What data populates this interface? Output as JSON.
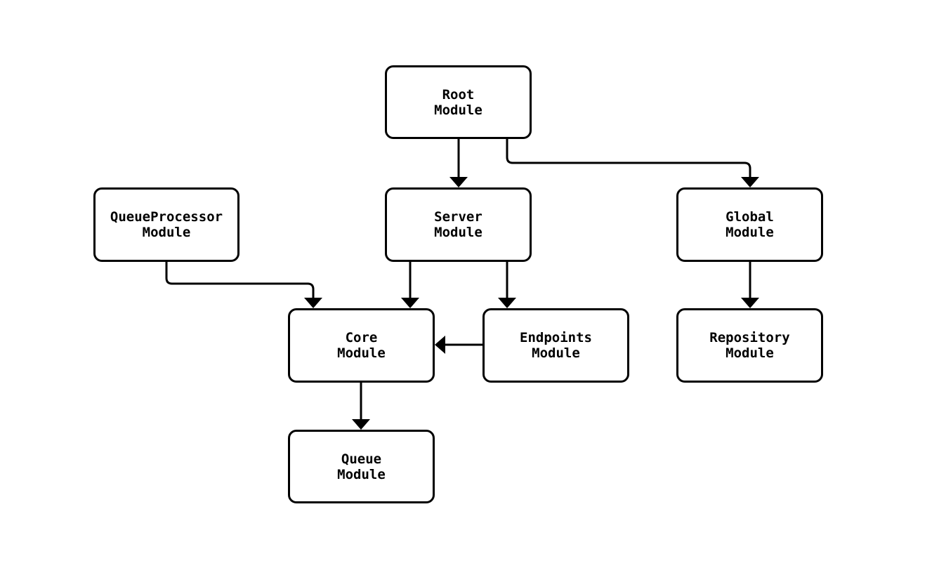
{
  "diagram": {
    "colors": {
      "background": "#ffffff",
      "node_fill": "#ffffff",
      "node_border": "#000000",
      "edge": "#000000",
      "text": "#000000"
    },
    "nodes": {
      "root": {
        "line1": "Root",
        "line2": "Module"
      },
      "queue_processor": {
        "line1": "QueueProcessor",
        "line2": "Module"
      },
      "server": {
        "line1": "Server",
        "line2": "Module"
      },
      "global": {
        "line1": "Global",
        "line2": "Module"
      },
      "core": {
        "line1": "Core",
        "line2": "Module"
      },
      "endpoints": {
        "line1": "Endpoints",
        "line2": "Module"
      },
      "repository": {
        "line1": "Repository",
        "line2": "Module"
      },
      "queue": {
        "line1": "Queue",
        "line2": "Module"
      }
    },
    "edges": [
      {
        "from": "root",
        "to": "server"
      },
      {
        "from": "root",
        "to": "global"
      },
      {
        "from": "queue_processor",
        "to": "core"
      },
      {
        "from": "server",
        "to": "core"
      },
      {
        "from": "server",
        "to": "endpoints"
      },
      {
        "from": "endpoints",
        "to": "core"
      },
      {
        "from": "global",
        "to": "repository"
      },
      {
        "from": "core",
        "to": "queue"
      }
    ]
  }
}
